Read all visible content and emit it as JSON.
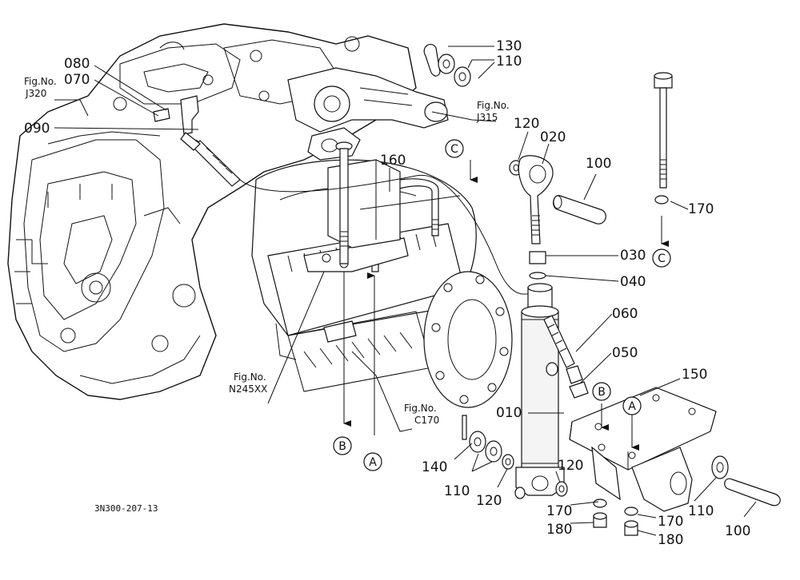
{
  "parts": {
    "p010": "010",
    "p020": "020",
    "p030": "030",
    "p040": "040",
    "p050": "050",
    "p060": "060",
    "p070": "070",
    "p080": "080",
    "p090": "090",
    "p100a": "100",
    "p100b": "100",
    "p110a": "110",
    "p110b": "110",
    "p110c": "110",
    "p120a": "120",
    "p120b": "120",
    "p120c": "120",
    "p130": "130",
    "p140": "140",
    "p150": "150",
    "p160": "160",
    "p170a": "170",
    "p170b": "170",
    "p170c": "170",
    "p180a": "180",
    "p180b": "180"
  },
  "figrefs": {
    "j320_label": "Fig.No.",
    "j320": "J320",
    "j315_label": "Fig.No.",
    "j315": "J315",
    "n245_label": "Fig.No.",
    "n245": "N245XX",
    "c170_label": "Fig.No.",
    "c170": "C170"
  },
  "markers": {
    "a1": "A",
    "a2": "A",
    "b1": "B",
    "b2": "B",
    "c1": "C",
    "c2": "C"
  },
  "drawing_code": "3N300-207-13"
}
